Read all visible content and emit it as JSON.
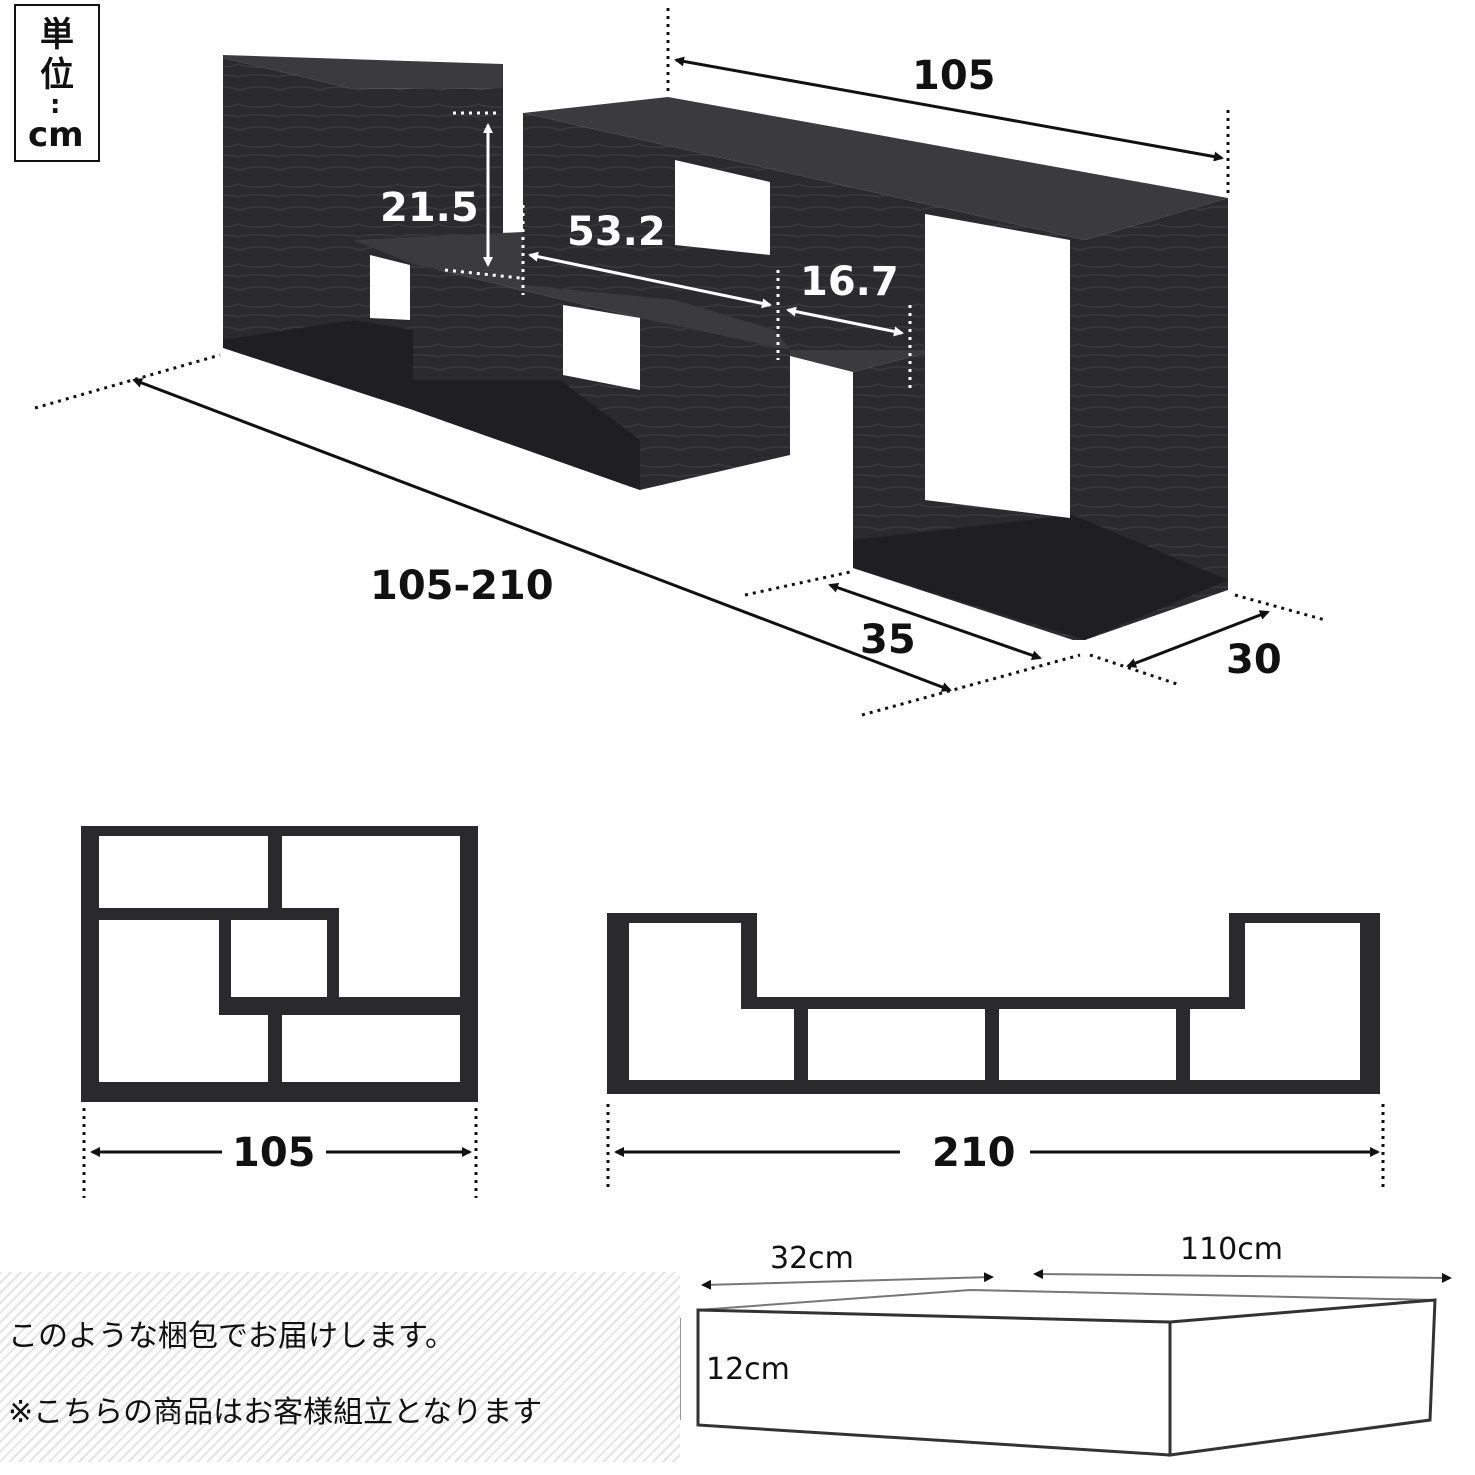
{
  "unit_box": {
    "chars": [
      "単",
      "位",
      ":",
      "cm"
    ]
  },
  "top_view": {
    "dimensions": {
      "top_length": "105",
      "height": "21.5",
      "inner_span": "53.2",
      "offset": "16.7",
      "total_length": "105-210",
      "unit_width": "35",
      "depth": "30"
    }
  },
  "front_views": {
    "stacked_width": "105",
    "extended_width": "210"
  },
  "package": {
    "width": "32cm",
    "length": "110cm",
    "height": "12cm",
    "note_line1": "このような梱包でお届けします。",
    "note_line2": "※こちらの商品はお客様組立となります"
  },
  "colors": {
    "wood": "#2a2a2c",
    "wood_edge": "#3a3a3c",
    "ink": "#111111"
  }
}
